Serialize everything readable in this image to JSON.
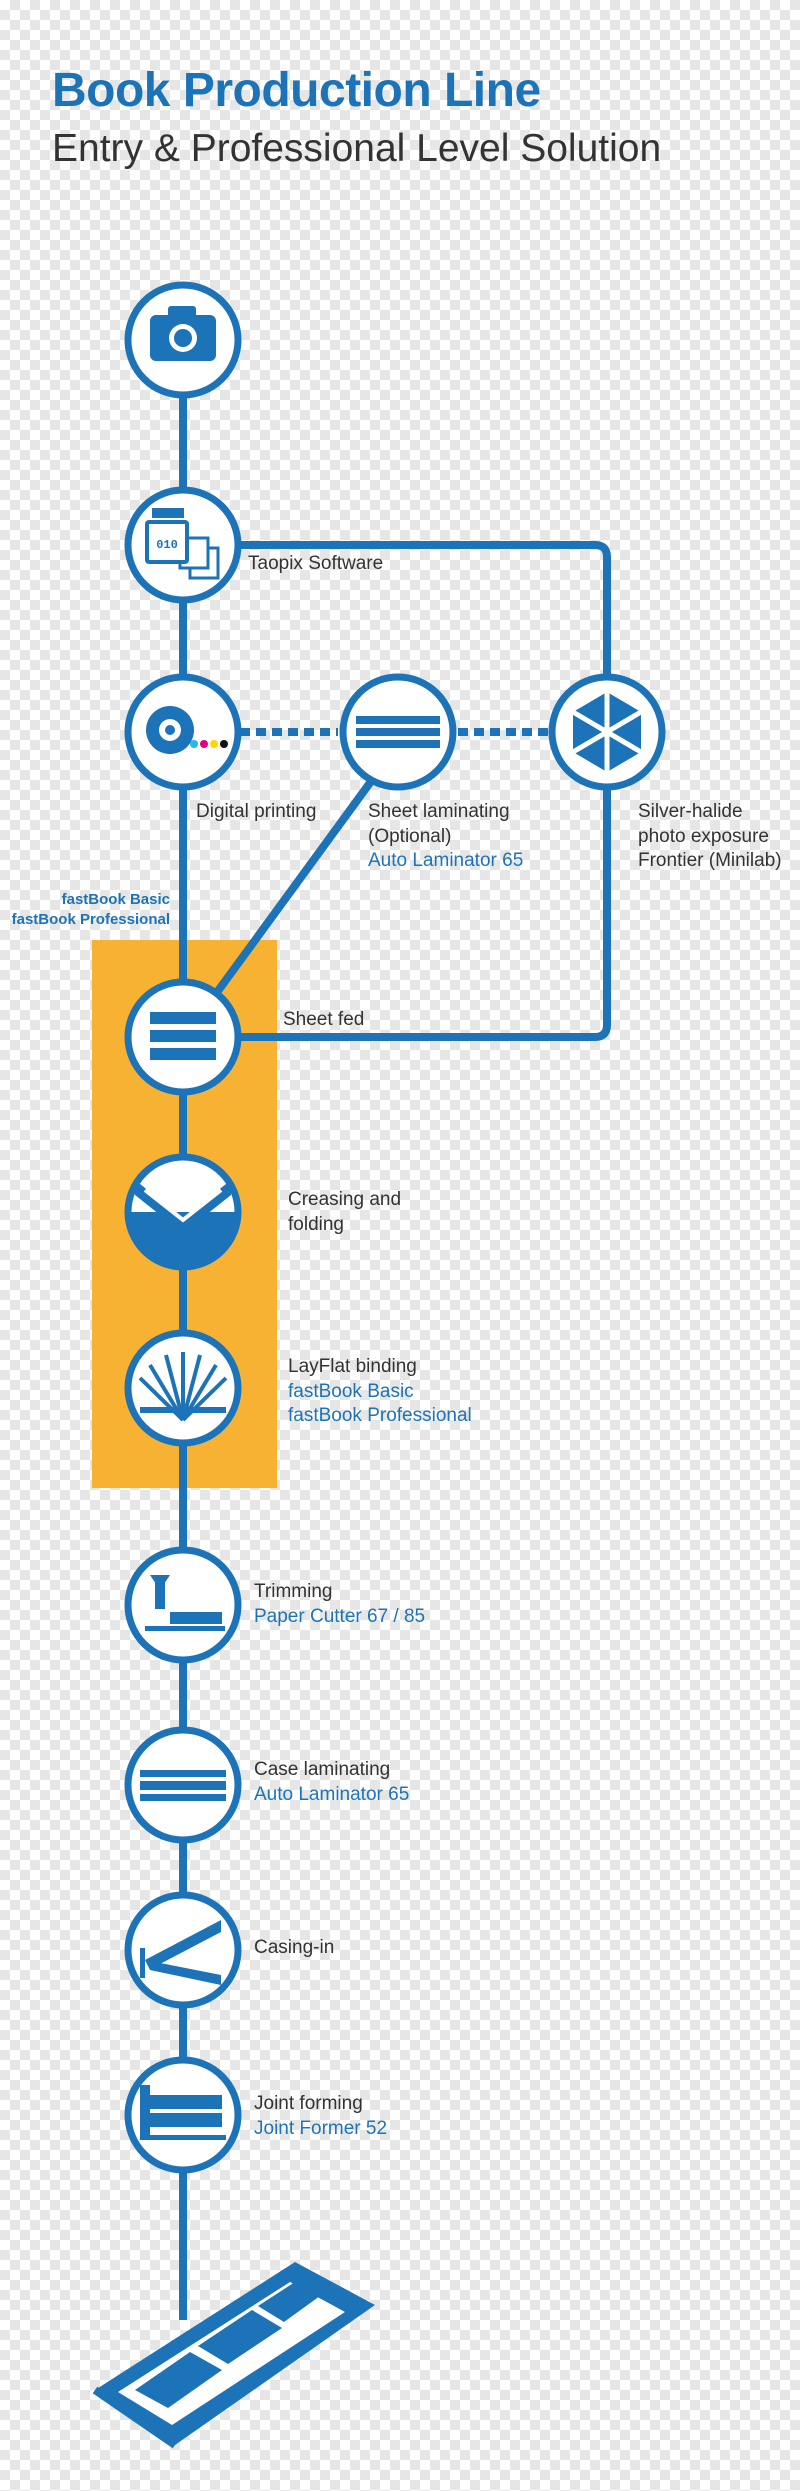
{
  "header": {
    "title": "Book Production Line",
    "subtitle": "Entry & Professional Level Solution"
  },
  "colors": {
    "primary": "#1c73b8",
    "highlight": "#f7b234",
    "text": "#333333"
  },
  "steps": {
    "taopix": {
      "label": "Taopix Software",
      "icon": "document-010-icon"
    },
    "digital_printing": {
      "label": "Digital printing",
      "icon": "printer-disc-icon"
    },
    "sheet_laminating": {
      "label1": "Sheet laminating",
      "label2": "(Optional)",
      "product": "Auto Laminator 65",
      "icon": "laminator-icon"
    },
    "silver_halide": {
      "label1": "Silver-halide",
      "label2": "photo exposure",
      "label3": "Frontier (Minilab)",
      "icon": "hexagon-icon"
    },
    "sheet_fed": {
      "label": "Sheet fed",
      "icon": "sheet-stack-icon"
    },
    "creasing": {
      "label1": "Creasing and",
      "label2": "folding",
      "icon": "fold-icon"
    },
    "layflat": {
      "label": "LayFlat binding",
      "product1": "fastBook Basic",
      "product2": "fastBook Professional",
      "icon": "fan-pages-icon"
    },
    "trimming": {
      "label": "Trimming",
      "product": "Paper Cutter 67 / 85",
      "icon": "cutter-icon"
    },
    "case_laminating": {
      "label": "Case laminating",
      "product": "Auto Laminator 65",
      "icon": "laminator-icon"
    },
    "casing_in": {
      "label": "Casing-in",
      "icon": "casing-icon"
    },
    "joint_forming": {
      "label": "Joint forming",
      "product": "Joint Former 52",
      "icon": "joint-icon"
    }
  },
  "fastbook_group": {
    "line1": "fastBook Basic",
    "line2": "fastBook Professional"
  }
}
